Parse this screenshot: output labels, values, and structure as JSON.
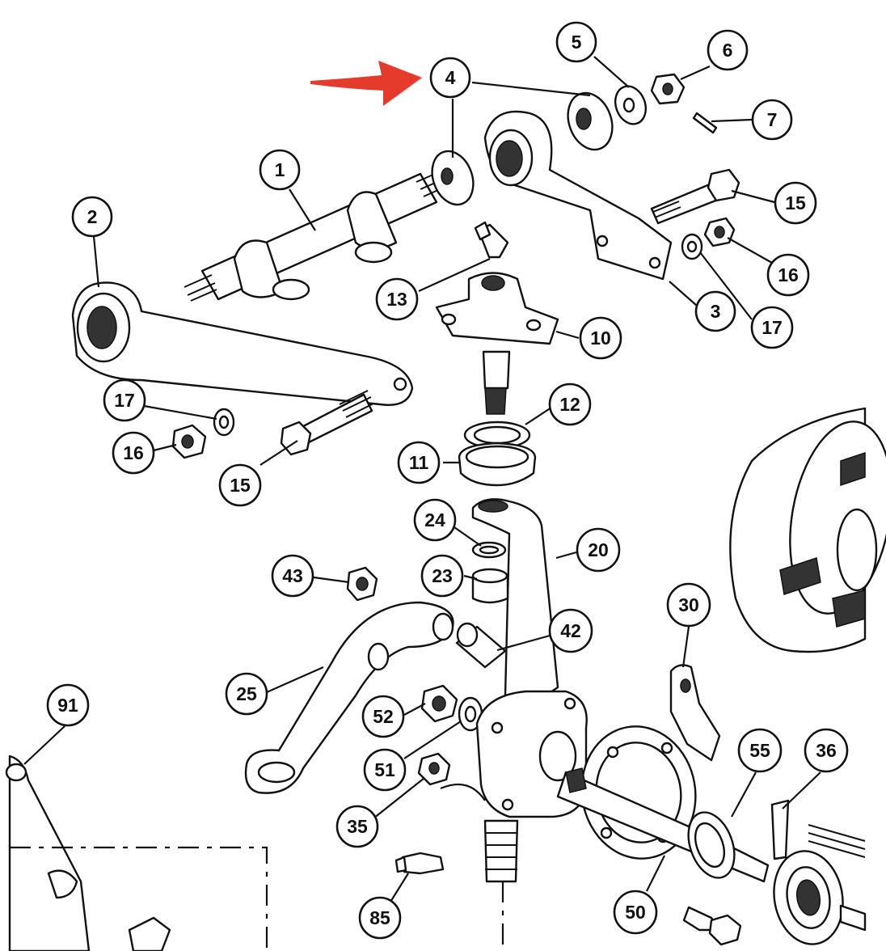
{
  "callouts": [
    {
      "label": "4"
    },
    {
      "label": "5"
    },
    {
      "label": "6"
    },
    {
      "label": "7"
    },
    {
      "label": "1"
    },
    {
      "label": "2"
    },
    {
      "label": "15"
    },
    {
      "label": "16"
    },
    {
      "label": "13"
    },
    {
      "label": "3"
    },
    {
      "label": "17"
    },
    {
      "label": "10"
    },
    {
      "label": "12"
    },
    {
      "label": "17"
    },
    {
      "label": "16"
    },
    {
      "label": "15"
    },
    {
      "label": "11"
    },
    {
      "label": "24"
    },
    {
      "label": "20"
    },
    {
      "label": "43"
    },
    {
      "label": "23"
    },
    {
      "label": "42"
    },
    {
      "label": "30"
    },
    {
      "label": "25"
    },
    {
      "label": "91"
    },
    {
      "label": "52"
    },
    {
      "label": "51"
    },
    {
      "label": "55"
    },
    {
      "label": "36"
    },
    {
      "label": "35"
    },
    {
      "label": "85"
    },
    {
      "label": "50"
    }
  ],
  "colors": {
    "arrow": "#e53b2c",
    "ink": "#111111",
    "background": "#ffffff"
  }
}
